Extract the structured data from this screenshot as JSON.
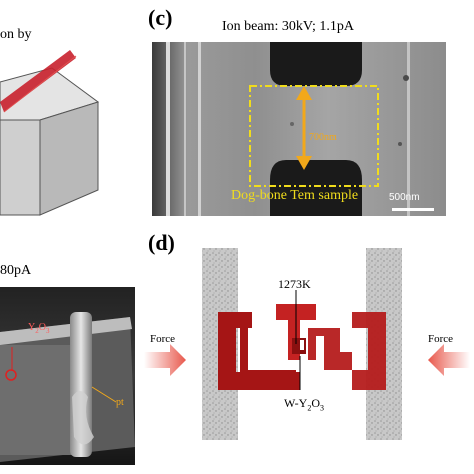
{
  "panel_a": {
    "partial_caption": "on by"
  },
  "panel_b": {
    "partial_caption": "80pA",
    "labels": {
      "y2o3_base": "Y",
      "y2o3_sub1": "2",
      "y2o3_mid": "O",
      "y2o3_sub2": "3",
      "pt": "pt"
    }
  },
  "panel_c": {
    "label": "(c)",
    "caption": "Ion beam: 30kV; 1.1pA",
    "measure": "700nm",
    "sample_label": "Dog-bone Tem sample",
    "scale_bar": "500nm"
  },
  "panel_d": {
    "label": "(d)",
    "temperature": "1273K",
    "force_left": "Force",
    "force_right": "Force",
    "material_base": "W-Y",
    "material_sub1": "2",
    "material_mid": "O",
    "material_sub2": "3"
  },
  "colors": {
    "sample_red": "#a51515",
    "arrow_red": "#e8584c",
    "dashed_yellow": "#f0dc1c",
    "arrow_orange": "#f2a81a"
  }
}
